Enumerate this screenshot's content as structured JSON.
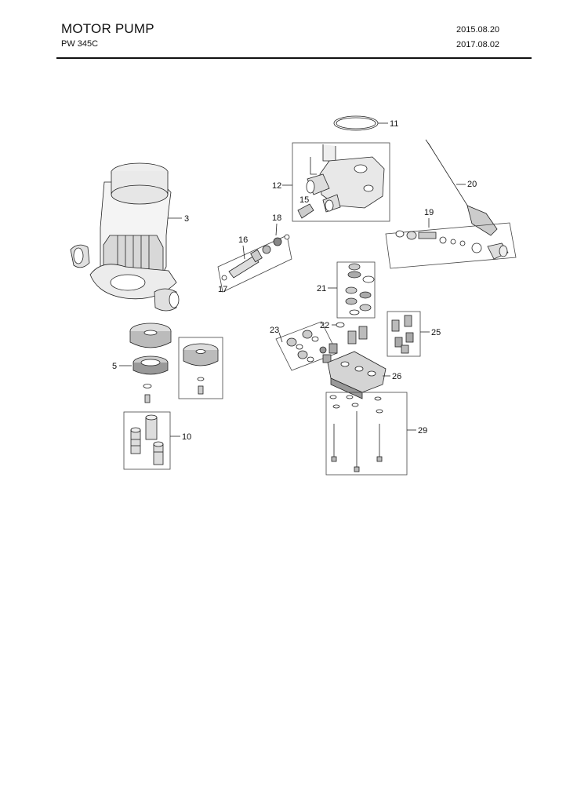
{
  "header": {
    "title": "MOTOR PUMP",
    "model": "PW 345C",
    "date_created": "2015.08.20",
    "date_revised": "2017.08.02"
  },
  "callouts": {
    "c3": "3",
    "c5": "5",
    "c10": "10",
    "c11": "11",
    "c12": "12",
    "c15": "15",
    "c16": "16",
    "c17": "17",
    "c18": "18",
    "c19": "19",
    "c20": "20",
    "c21": "21",
    "c22": "22",
    "c23": "23",
    "c25": "25",
    "c26": "26",
    "c29": "29"
  }
}
